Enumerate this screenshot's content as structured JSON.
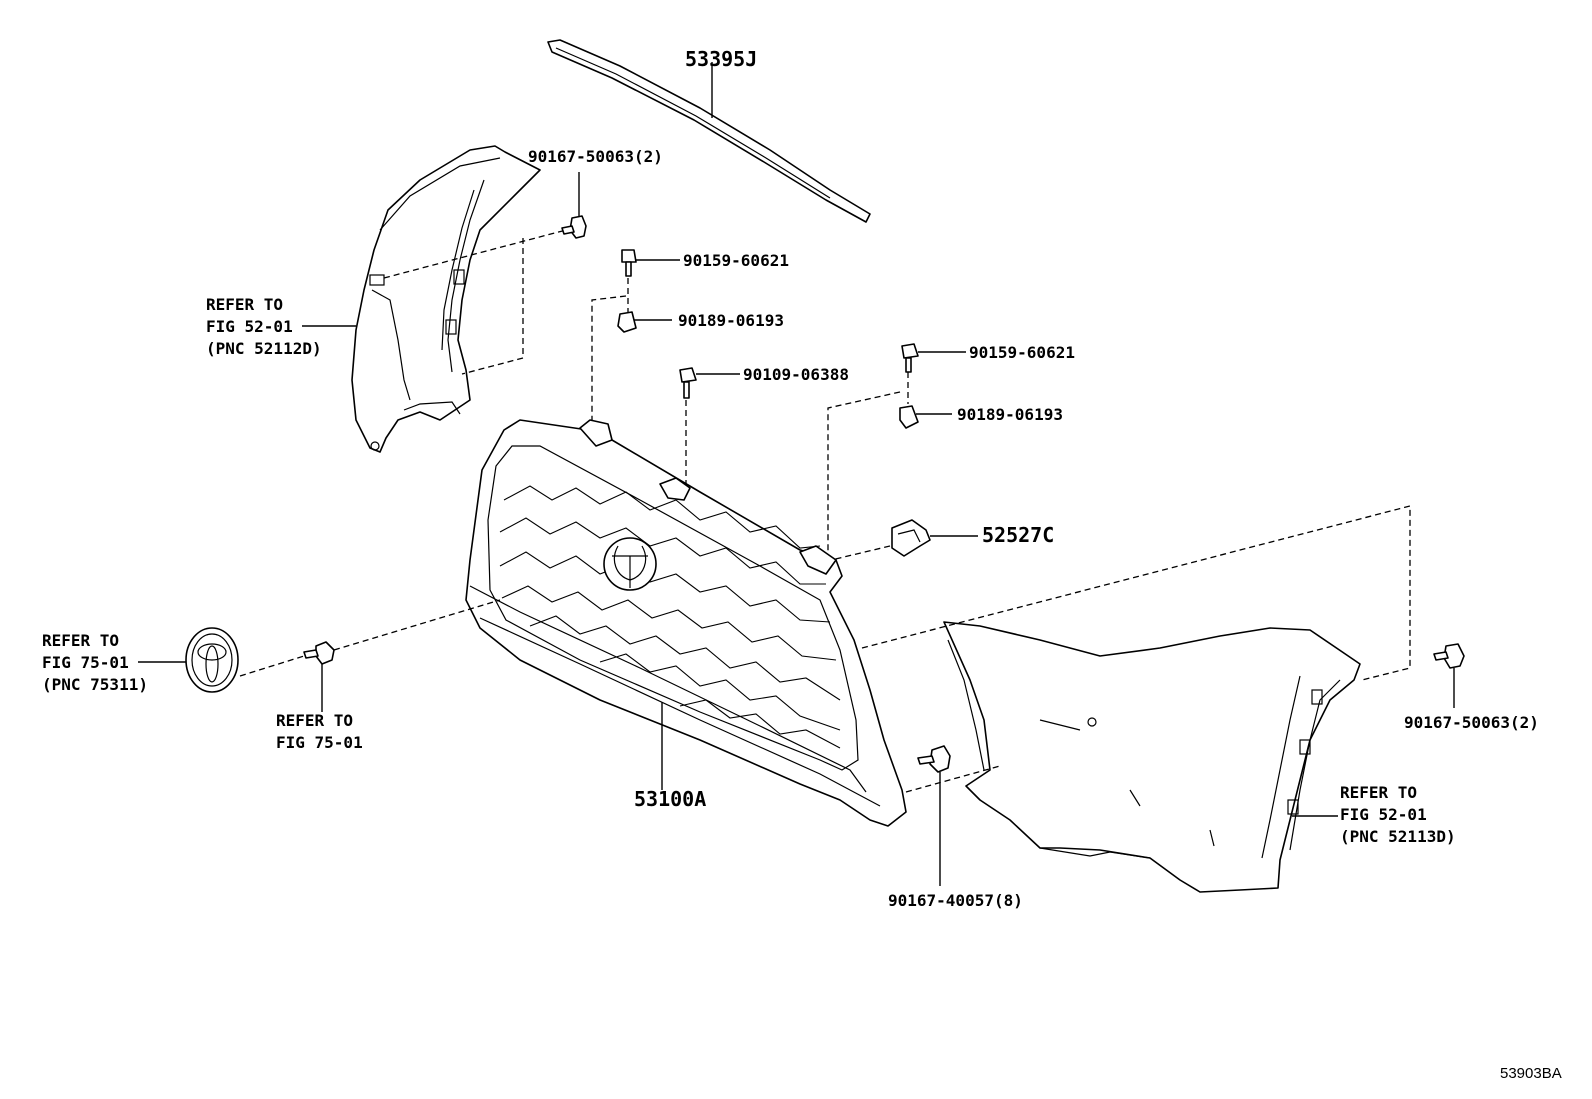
{
  "labels": {
    "molding": "53395J",
    "screw_top_left": "90167-50063(2)",
    "bolt_left": "90159-60621",
    "nut_left": "90189-06193",
    "bolt_right": "90159-60621",
    "nut_right": "90189-06193",
    "bolt_center": "90109-06388",
    "bracket": "52527C",
    "grille": "53100A",
    "screw_right": "90167-50063(2)",
    "screw_bottom": "90167-40057(8)",
    "figure_code": "53903BA"
  },
  "refs": {
    "left_cover": {
      "line1": "REFER TO",
      "line2": "FIG 52-01",
      "line3": "(PNC 52112D)"
    },
    "emblem": {
      "line1": "REFER TO",
      "line2": "FIG 75-01",
      "line3": "(PNC 75311)"
    },
    "emblem_clip": {
      "line1": "REFER TO",
      "line2": "FIG 75-01"
    },
    "right_cover": {
      "line1": "REFER TO",
      "line2": "FIG 52-01",
      "line3": "(PNC 52113D)"
    }
  }
}
